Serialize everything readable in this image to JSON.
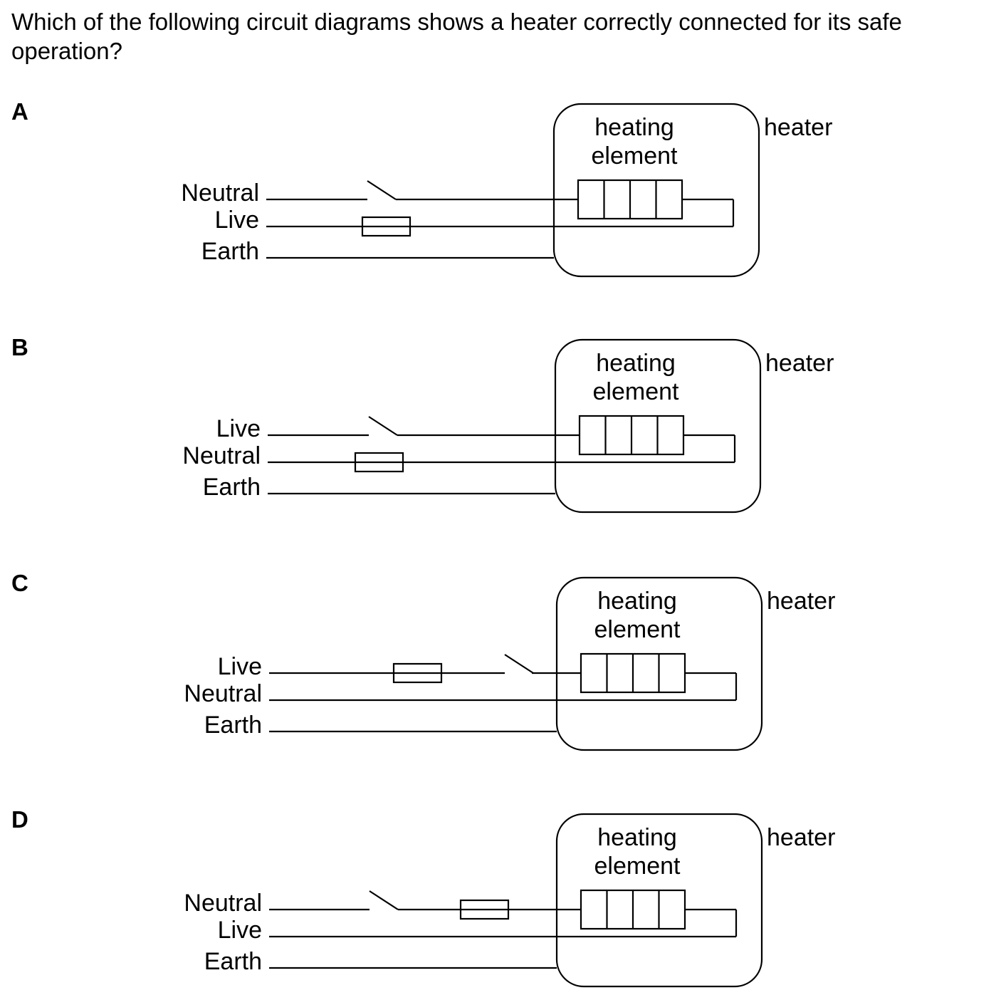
{
  "question": "Which of the following circuit diagrams shows a heater correctly connected for its safe operation?",
  "labels": {
    "heating_element_line1": "heating",
    "heating_element_line2": "element",
    "heater": "heater"
  },
  "options": [
    {
      "letter": "A",
      "wires": [
        "Neutral",
        "Live",
        "Earth"
      ],
      "switch_on": "Neutral",
      "fuse_on": "Live",
      "order": "switch-only-top; fuse on middle"
    },
    {
      "letter": "B",
      "wires": [
        "Live",
        "Neutral",
        "Earth"
      ],
      "switch_on": "Live",
      "fuse_on": "Neutral",
      "order": "switch-only-top; fuse on middle"
    },
    {
      "letter": "C",
      "wires": [
        "Live",
        "Neutral",
        "Earth"
      ],
      "switch_on": "Live",
      "fuse_on": "Live",
      "order": "fuse then switch on top"
    },
    {
      "letter": "D",
      "wires": [
        "Neutral",
        "Live",
        "Earth"
      ],
      "switch_on": "Neutral",
      "fuse_on": "Neutral",
      "order": "switch then fuse on top"
    }
  ]
}
